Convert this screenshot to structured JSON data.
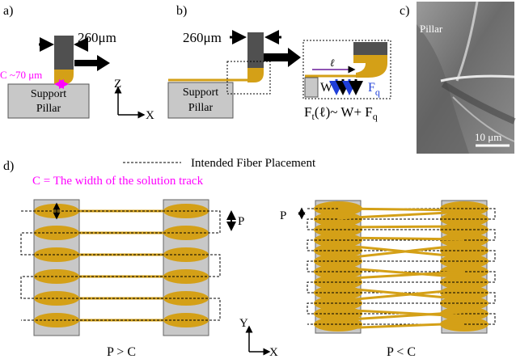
{
  "panels": {
    "a": {
      "label": "a)",
      "dimension": "260μm",
      "c_label": "C ~70 μm",
      "pillar_line1": "Support",
      "pillar_line2": "Pillar",
      "axis_z": "Z",
      "axis_x": "X"
    },
    "b": {
      "label": "b)",
      "dimension": "260μm",
      "pillar_line1": "Support",
      "pillar_line2": "Pillar",
      "ell": "ℓ",
      "w": "W",
      "fq": "F",
      "fq_sub": "q",
      "equation_f": "F",
      "equation_sub": "t",
      "equation_rest": "(ℓ)~ W+ F",
      "equation_sub2": "q"
    },
    "c": {
      "label": "c)",
      "pillar": "Pillar",
      "scale": "10 μm"
    },
    "d": {
      "label": "d)",
      "legend": "Intended Fiber Placement",
      "c_definition": "C = The width of the solution track",
      "left_p": "P",
      "right_p": "P",
      "left_caption": "P > C",
      "right_caption": "P < C",
      "axis_y": "Y",
      "axis_x": "X"
    }
  },
  "colors": {
    "gold": "#d4a017",
    "magenta": "#ff00ff",
    "pillar_gray": "#c8c8c8",
    "nozzle_gray": "#505050",
    "blue": "#1f3fd8"
  }
}
